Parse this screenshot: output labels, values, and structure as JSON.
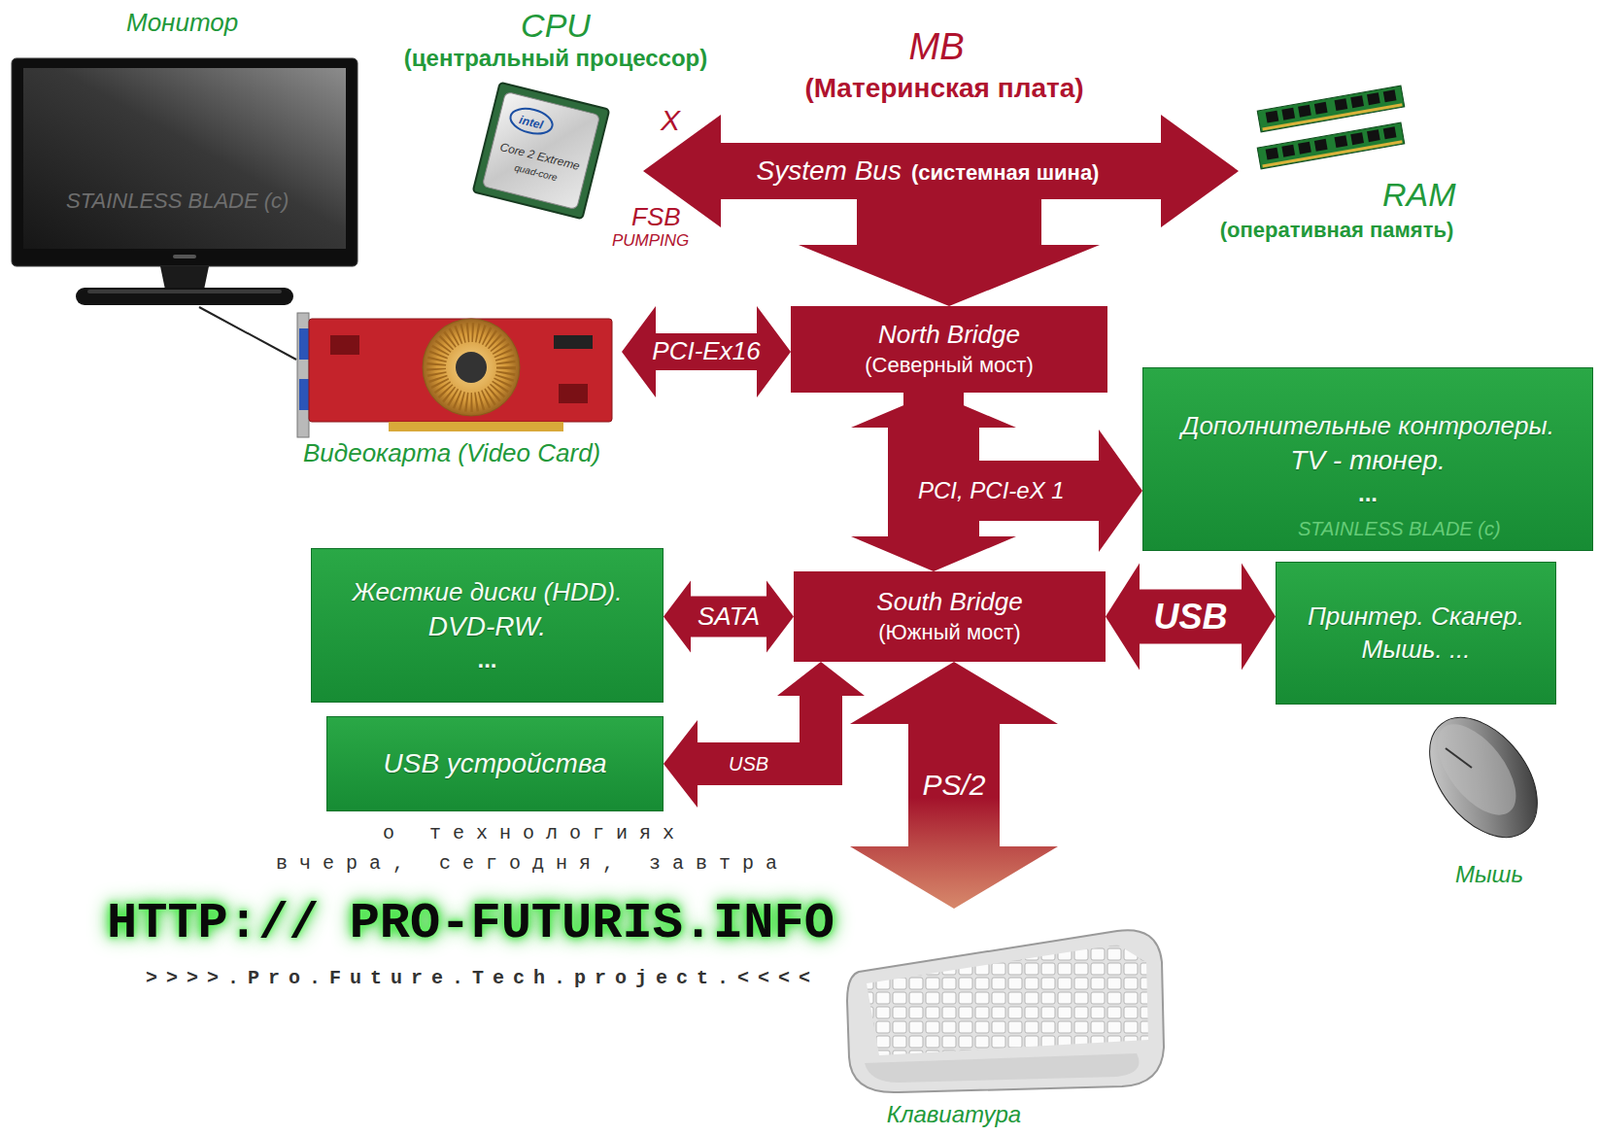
{
  "diagram": {
    "nodes": [
      {
        "text": [
          "Монитор"
        ]
      },
      {
        "text": [
          "CPU",
          "(центральный процессор)"
        ]
      },
      {
        "text": [
          "System Bus",
          "(системная шина)"
        ]
      },
      {
        "text": [
          "RAM",
          "(оперативная память)"
        ]
      },
      {
        "text": [
          "Видеокарта (Video Card)"
        ]
      },
      {
        "text": [
          "North Bridge",
          "(Северный мост)"
        ]
      },
      {
        "text": [
          "Дополнительные контролеры.",
          "TV - тюнер.",
          "..."
        ]
      },
      {
        "text": [
          "South Bridge",
          "(Южный мост)"
        ]
      },
      {
        "text": [
          "Жесткие диски (HDD).",
          "DVD-RW.",
          "..."
        ]
      },
      {
        "text": [
          "Принтер. Сканер.",
          "Мышь. ..."
        ]
      },
      {
        "text": [
          "USB устройства"
        ]
      },
      {
        "text": [
          "Мышь"
        ]
      },
      {
        "text": [
          "Клавиатура"
        ]
      }
    ],
    "edges": [
      {
        "from": 0,
        "to": 4,
        "arrow": "none"
      },
      {
        "from": 2,
        "to": 1,
        "arrow": "to"
      },
      {
        "from": 2,
        "to": 3,
        "arrow": "to"
      },
      {
        "from": 2,
        "to": 5,
        "arrow": "to"
      },
      {
        "from": 5,
        "to": 4,
        "label": "PCI-Ex16",
        "arrow": "both"
      },
      {
        "from": 5,
        "to": 7,
        "label": "PCI, PCI-eX 1",
        "arrow": "both"
      },
      {
        "from": 5,
        "to": 6,
        "arrow": "to"
      },
      {
        "from": 7,
        "to": 8,
        "label": "SATA",
        "arrow": "both"
      },
      {
        "from": 7,
        "to": 9,
        "label": "USB",
        "arrow": "both"
      },
      {
        "from": 7,
        "to": 10,
        "label": "USB",
        "arrow": "both"
      },
      {
        "from": 7,
        "to": 12,
        "label": "PS/2",
        "arrow": "both"
      }
    ],
    "labels": [
      "MB",
      "(Материнская плата)",
      "X",
      "intel",
      "Core 2 Extreme",
      "quad-core",
      "FSB",
      "PUMPING",
      "STAINLESS BLADE (c)",
      "STAINLESS BLADE (c)",
      "о технологиях",
      "вчера, сегодня, завтра",
      "HTTP:// PRO-FUTURIS.INFO",
      ">>>>.Pro.Future.Tech.project.<<<<"
    ]
  }
}
